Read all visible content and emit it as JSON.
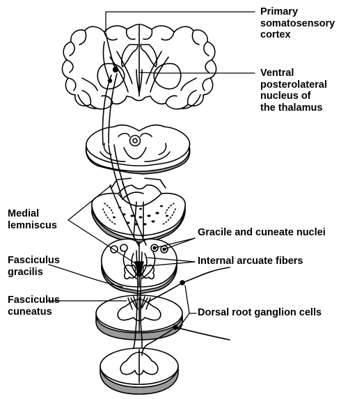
{
  "labels": {
    "cortex": [
      "Primary",
      "somatosensory",
      "cortex"
    ],
    "thalamus": [
      "Ventral",
      "posterolateral",
      "nucleus of",
      "the thalamus"
    ],
    "medial_lemniscus": [
      "Medial",
      "lemniscus"
    ],
    "gracile_cuneate": "Gracile and cuneate nuclei",
    "internal_arcuate": "Internal arcuate fibers",
    "fasc_gracilis": [
      "Fasciculus",
      "gracilis"
    ],
    "fasc_cuneatus": [
      "Fasciculus",
      "cuneatus"
    ],
    "drg": "Dorsal root ganglion cells"
  },
  "colors": {
    "ink": "#000000",
    "shading": "#9a9a9a",
    "paper": "#ffffff"
  }
}
